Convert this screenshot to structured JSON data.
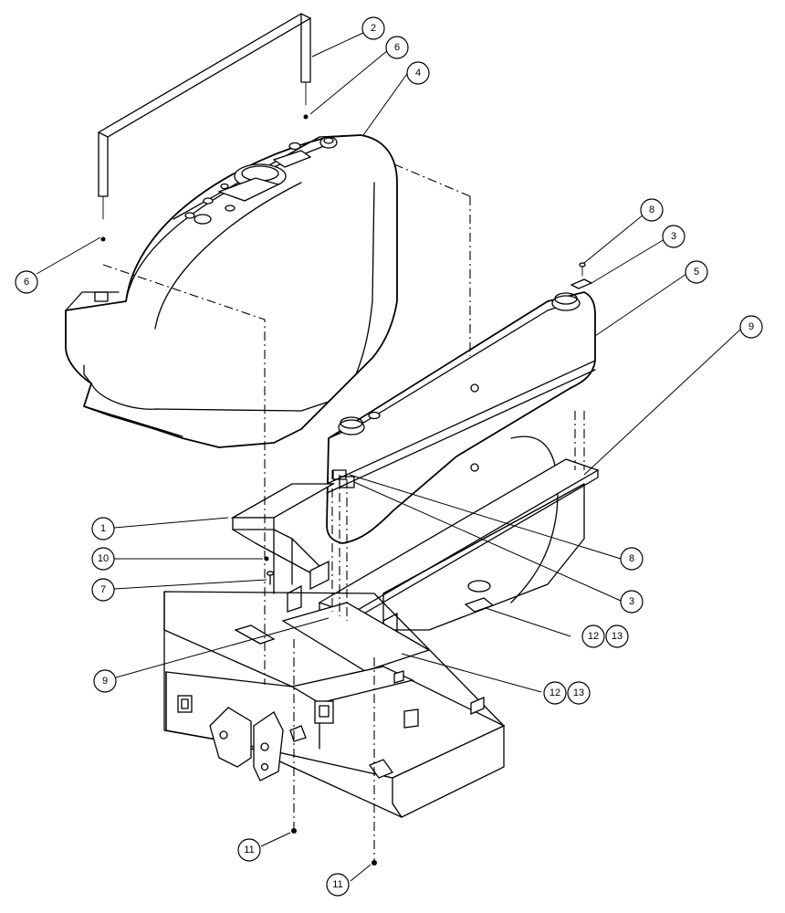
{
  "callouts": [
    {
      "label": "2"
    },
    {
      "label": "6"
    },
    {
      "label": "4"
    },
    {
      "label": "6"
    },
    {
      "label": "8"
    },
    {
      "label": "3"
    },
    {
      "label": "5"
    },
    {
      "label": "9"
    },
    {
      "label": "1"
    },
    {
      "label": "10"
    },
    {
      "label": "7"
    },
    {
      "label": "8"
    },
    {
      "label": "3"
    },
    {
      "label": "12"
    },
    {
      "label": "13"
    },
    {
      "label": "9"
    },
    {
      "label": "12"
    },
    {
      "label": "13"
    },
    {
      "label": "11"
    },
    {
      "label": "11"
    }
  ]
}
